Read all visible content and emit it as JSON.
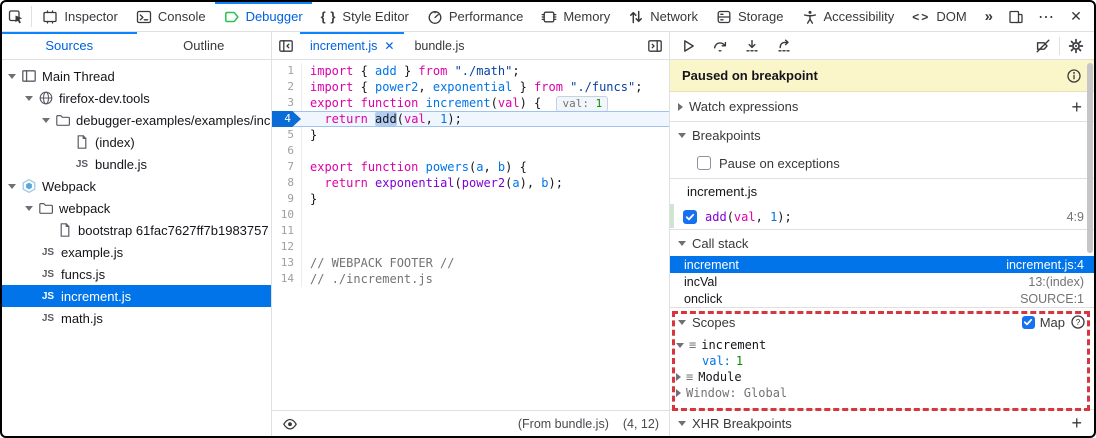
{
  "colors": {
    "accent": "#0074e8",
    "active_tab_underline": "#0a84ff",
    "paused_banner_bg": "#fbf6ca",
    "annotation_red": "#d6373e",
    "debugger_icon_green": "#2ac251",
    "syntax": {
      "keyword": "#dd00a9",
      "identifier": "#0074e8",
      "function_call": "#8000d7",
      "string": "#0842a0",
      "number": "#0074e8",
      "comment": "#737373",
      "value_green": "#058b00"
    }
  },
  "toolbar": {
    "tabs": [
      {
        "id": "inspector",
        "label": "Inspector"
      },
      {
        "id": "console",
        "label": "Console"
      },
      {
        "id": "debugger",
        "label": "Debugger",
        "active": true
      },
      {
        "id": "style-editor",
        "label": "Style Editor"
      },
      {
        "id": "performance",
        "label": "Performance"
      },
      {
        "id": "memory",
        "label": "Memory"
      },
      {
        "id": "network",
        "label": "Network"
      },
      {
        "id": "storage",
        "label": "Storage"
      },
      {
        "id": "accessibility",
        "label": "Accessibility"
      },
      {
        "id": "dom",
        "label": "DOM"
      }
    ]
  },
  "sources_panel": {
    "tabs": [
      {
        "label": "Sources",
        "active": true
      },
      {
        "label": "Outline"
      }
    ],
    "tree": [
      {
        "depth": 0,
        "twisty": "down",
        "icon": "window",
        "label": "Main Thread"
      },
      {
        "depth": 1,
        "twisty": "down",
        "icon": "globe",
        "label": "firefox-dev.tools"
      },
      {
        "depth": 2,
        "twisty": "down",
        "icon": "folder",
        "label": "debugger-examples/examples/increm"
      },
      {
        "depth": 3,
        "twisty": "none",
        "icon": "file",
        "label": "(index)"
      },
      {
        "depth": 3,
        "twisty": "none",
        "icon": "js",
        "label": "bundle.js"
      },
      {
        "depth": 0,
        "twisty": "down",
        "icon": "webpack",
        "label": "Webpack"
      },
      {
        "depth": 1,
        "twisty": "down",
        "icon": "folder",
        "label": "webpack"
      },
      {
        "depth": 2,
        "twisty": "none",
        "icon": "file",
        "label": "bootstrap 61fac7627ff7b1983757"
      },
      {
        "depth": 1,
        "twisty": "none",
        "icon": "js",
        "label": "example.js"
      },
      {
        "depth": 1,
        "twisty": "none",
        "icon": "js",
        "label": "funcs.js"
      },
      {
        "depth": 1,
        "twisty": "none",
        "icon": "js",
        "label": "increment.js",
        "selected": true
      },
      {
        "depth": 1,
        "twisty": "none",
        "icon": "js",
        "label": "math.js"
      }
    ]
  },
  "editor": {
    "tabs": [
      {
        "label": "increment.js",
        "active": true,
        "closable": true
      },
      {
        "label": "bundle.js"
      }
    ],
    "lines": [
      {
        "n": 1,
        "tokens": [
          [
            "kw",
            "import"
          ],
          [
            "pl",
            " { "
          ],
          [
            "id",
            "add"
          ],
          [
            "pl",
            " } "
          ],
          [
            "kw",
            "from"
          ],
          [
            "pl",
            " "
          ],
          [
            "str",
            "\"./math\""
          ],
          [
            "pl",
            ";"
          ]
        ]
      },
      {
        "n": 2,
        "tokens": [
          [
            "kw",
            "import"
          ],
          [
            "pl",
            " { "
          ],
          [
            "id",
            "power2"
          ],
          [
            "pl",
            ", "
          ],
          [
            "id",
            "exponential"
          ],
          [
            "pl",
            " } "
          ],
          [
            "kw",
            "from"
          ],
          [
            "pl",
            " "
          ],
          [
            "str",
            "\"./funcs\""
          ],
          [
            "pl",
            ";"
          ]
        ]
      },
      {
        "n": 3,
        "tokens": [
          [
            "kw",
            "export"
          ],
          [
            "pl",
            " "
          ],
          [
            "kw",
            "function"
          ],
          [
            "pl",
            " "
          ],
          [
            "id",
            "increment"
          ],
          [
            "pl",
            "("
          ],
          [
            "kw",
            "val"
          ],
          [
            "pl",
            ") { "
          ]
        ],
        "badge": {
          "label": "val:",
          "value": "1"
        }
      },
      {
        "n": 4,
        "paused": true,
        "tokens": [
          [
            "pl",
            "  "
          ],
          [
            "kw",
            "return"
          ],
          [
            "pl",
            " "
          ],
          [
            "hl",
            "add"
          ],
          [
            "pl",
            "("
          ],
          [
            "kw",
            "val"
          ],
          [
            "pl",
            ", "
          ],
          [
            "num",
            "1"
          ],
          [
            "pl",
            ");"
          ]
        ]
      },
      {
        "n": 5,
        "tokens": [
          [
            "pl",
            "}"
          ]
        ]
      },
      {
        "n": 6,
        "tokens": []
      },
      {
        "n": 7,
        "tokens": [
          [
            "kw",
            "export"
          ],
          [
            "pl",
            " "
          ],
          [
            "kw",
            "function"
          ],
          [
            "pl",
            " "
          ],
          [
            "id",
            "powers"
          ],
          [
            "pl",
            "("
          ],
          [
            "id",
            "a"
          ],
          [
            "pl",
            ", "
          ],
          [
            "id",
            "b"
          ],
          [
            "pl",
            ") {"
          ]
        ]
      },
      {
        "n": 8,
        "tokens": [
          [
            "pl",
            "  "
          ],
          [
            "kw",
            "return"
          ],
          [
            "pl",
            " "
          ],
          [
            "fn",
            "exponential"
          ],
          [
            "pl",
            "("
          ],
          [
            "fn",
            "power2"
          ],
          [
            "pl",
            "("
          ],
          [
            "id",
            "a"
          ],
          [
            "pl",
            "), "
          ],
          [
            "id",
            "b"
          ],
          [
            "pl",
            ");"
          ]
        ]
      },
      {
        "n": 9,
        "tokens": [
          [
            "pl",
            "}"
          ]
        ]
      },
      {
        "n": 10,
        "tokens": []
      },
      {
        "n": 11,
        "tokens": []
      },
      {
        "n": 12,
        "tokens": []
      },
      {
        "n": 13,
        "tokens": [
          [
            "cmt",
            "// WEBPACK FOOTER //"
          ]
        ]
      },
      {
        "n": 14,
        "tokens": [
          [
            "cmt",
            "// ./increment.js"
          ]
        ]
      }
    ],
    "footer": {
      "source_note": "(From bundle.js)",
      "cursor_position": "(4, 12)"
    }
  },
  "debugger_panel": {
    "paused_banner": "Paused on breakpoint",
    "watch": {
      "label": "Watch expressions"
    },
    "breakpoints": {
      "label": "Breakpoints",
      "pause_on_exceptions": "Pause on exceptions",
      "source": "increment.js",
      "entry": {
        "tokens": [
          [
            "fn",
            "add"
          ],
          [
            "pl",
            "("
          ],
          [
            "kw",
            "val"
          ],
          [
            "pl",
            ", "
          ],
          [
            "num",
            "1"
          ],
          [
            "pl",
            ");"
          ]
        ],
        "location": "4:9",
        "checked": true
      }
    },
    "call_stack": {
      "label": "Call stack",
      "frames": [
        {
          "name": "increment",
          "location": "increment.js:4",
          "selected": true
        },
        {
          "name": "incVal",
          "location": "13:(index)"
        },
        {
          "name": "onclick",
          "location": "SOURCE:1"
        }
      ]
    },
    "scopes": {
      "label": "Scopes",
      "map_label": "Map",
      "map_checked": true,
      "items": [
        {
          "kind": "scope",
          "twisty": "down",
          "block": true,
          "label": "increment"
        },
        {
          "kind": "variable",
          "name": "val",
          "value": "1"
        },
        {
          "kind": "scope",
          "twisty": "right",
          "block": true,
          "label": "Module"
        },
        {
          "kind": "scope",
          "twisty": "right",
          "block": false,
          "label": "Window: Global",
          "dim": true
        }
      ]
    },
    "xhr": {
      "label": "XHR Breakpoints"
    }
  }
}
